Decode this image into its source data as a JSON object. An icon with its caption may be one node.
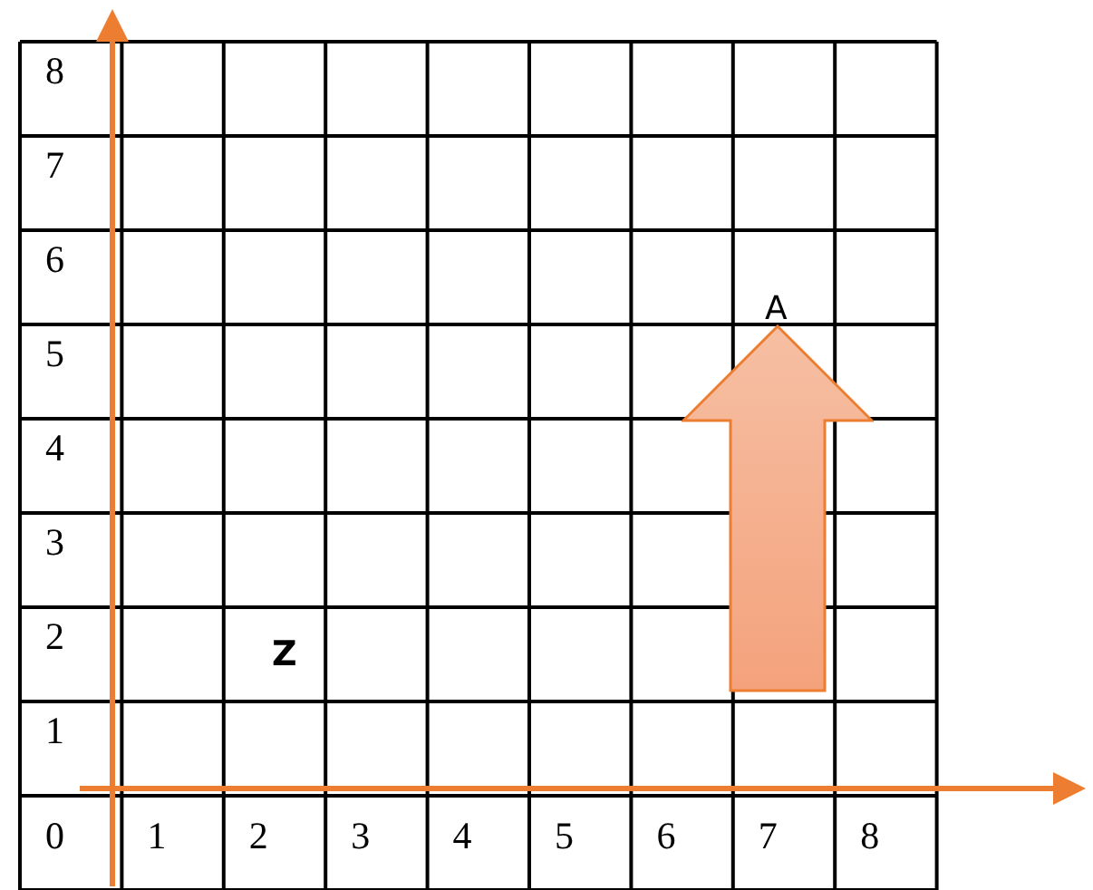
{
  "diagram": {
    "nodes": [
      {
        "text": [
          "A"
        ]
      }
    ],
    "edges": [],
    "labels": [
      "8",
      "7",
      "6",
      "5",
      "4",
      "3",
      "2",
      "Z",
      "1",
      "0",
      "1",
      "2",
      "3",
      "4",
      "5",
      "6",
      "7",
      "8"
    ]
  }
}
